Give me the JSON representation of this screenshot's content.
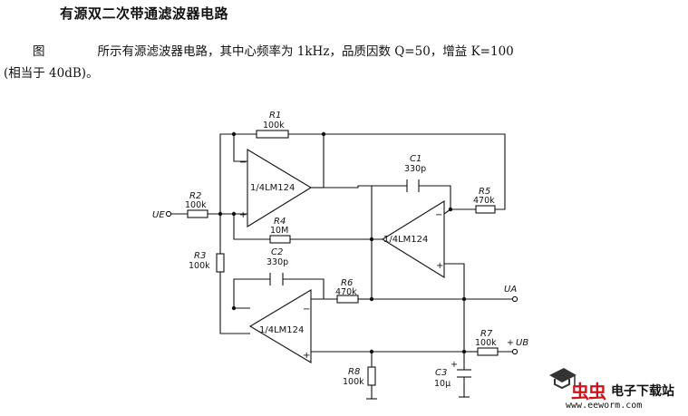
{
  "title": "有源双二次带通滤波器电路",
  "paragraph": {
    "line1_start": "图",
    "line1_rest": "所示有源滤波器电路，其中心频率为 1kHz，品质因数 Q=50，增益 K=100",
    "line2": "(相当于 40dB)。"
  },
  "components": {
    "R1": {
      "name": "R1",
      "value": "100k"
    },
    "R2": {
      "name": "R2",
      "value": "100k"
    },
    "R3": {
      "name": "R3",
      "value": "100k"
    },
    "R4": {
      "name": "R4",
      "value": "10M"
    },
    "R5": {
      "name": "R5",
      "value": "470k"
    },
    "R6": {
      "name": "R6",
      "value": "470k"
    },
    "R7": {
      "name": "R7",
      "value": "100k"
    },
    "R8": {
      "name": "R8",
      "value": "100k"
    },
    "C1": {
      "name": "C1",
      "value": "330p"
    },
    "C2": {
      "name": "C2",
      "value": "330p"
    },
    "C3": {
      "name": "C3",
      "value": "10μ"
    }
  },
  "opamps": {
    "top": "1/4LM124",
    "right": "1/4LM124",
    "bottom": "1/4LM124"
  },
  "terminals": {
    "input": "UE",
    "output_a": "UA",
    "output_b": "UB"
  },
  "watermark": {
    "brand": "虫虫",
    "tagline": "电子下载站",
    "url": "www.eeworm.com",
    "brand_color": "#d0121b"
  }
}
